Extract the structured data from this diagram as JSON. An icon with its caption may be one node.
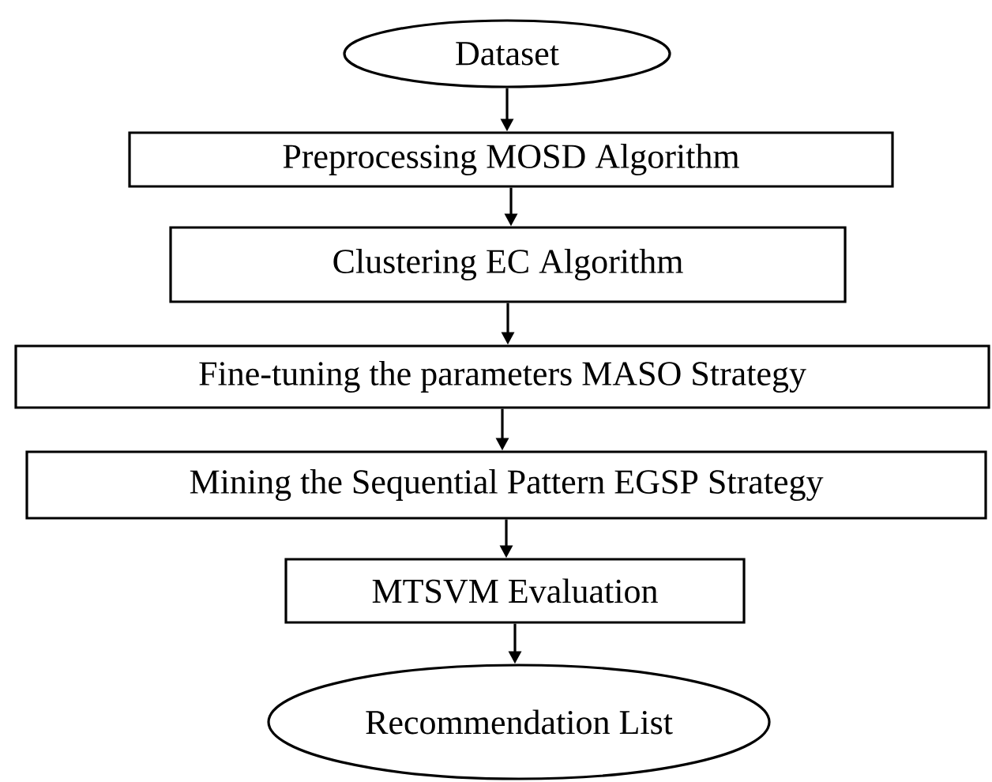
{
  "diagram": {
    "nodes": [
      {
        "text": [
          "Dataset"
        ]
      },
      {
        "text": [
          "Preprocessing MOSD Algorithm"
        ]
      },
      {
        "text": [
          "Clustering EC Algorithm"
        ]
      },
      {
        "text": [
          "Fine-tuning the parameters MASO Strategy"
        ]
      },
      {
        "text": [
          "Mining the Sequential Pattern EGSP Strategy"
        ]
      },
      {
        "text": [
          "MTSVM Evaluation"
        ]
      },
      {
        "text": [
          "Recommendation List"
        ]
      }
    ],
    "edges": [
      {
        "from": 0,
        "to": 1,
        "arrow": "to"
      },
      {
        "from": 1,
        "to": 2,
        "arrow": "to"
      },
      {
        "from": 2,
        "to": 3,
        "arrow": "to"
      },
      {
        "from": 3,
        "to": 4,
        "arrow": "to"
      },
      {
        "from": 4,
        "to": 5,
        "arrow": "to"
      },
      {
        "from": 5,
        "to": 6,
        "arrow": "to"
      }
    ]
  }
}
